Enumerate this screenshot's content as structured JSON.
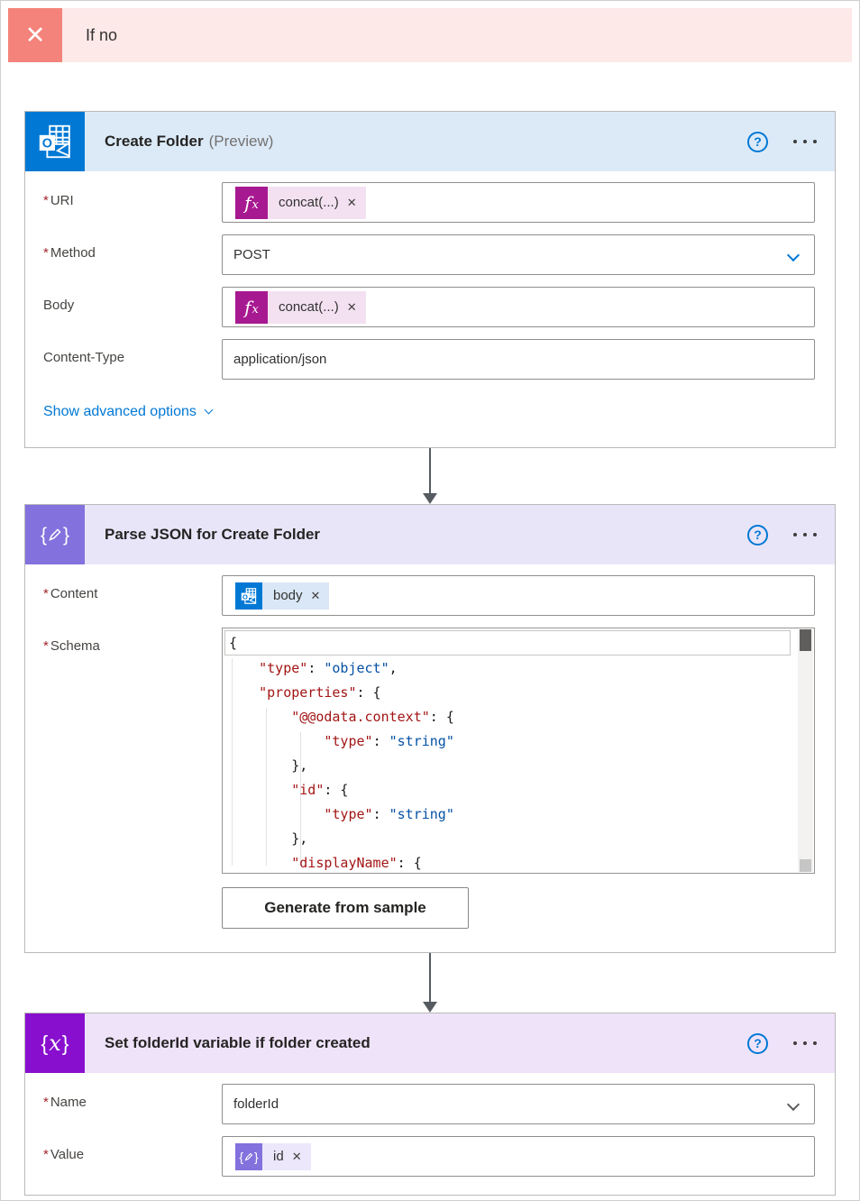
{
  "branch": {
    "label": "If no",
    "close_icon": "✕"
  },
  "colors": {
    "accent": "#0078D4",
    "branch_red": "#F4837B",
    "branch_bar": "#FCE9E8",
    "outlook_blue": "#0078D4",
    "card1_header": "#DCEAF8",
    "card2_header": "#E9E5F9",
    "card3_header": "#EFE3FA",
    "fx_magenta": "#A71991",
    "fx_pill": "#F3E1F1",
    "body_pill": "#D9E7F6",
    "pj_purple": "#8371DD",
    "pj_pill": "#ECE7FB",
    "var_purple": "#880FCE",
    "code_key": "#A31515",
    "code_val": "#0451A5",
    "arrow_gray": "#565B61"
  },
  "cards": {
    "create_folder": {
      "title": "Create Folder",
      "suffix": "(Preview)",
      "help_icon": "?",
      "fields": {
        "uri": {
          "required": "*",
          "label": "URI",
          "token": "concat(...)",
          "remove_icon": "✕"
        },
        "method": {
          "required": "*",
          "label": "Method",
          "value": "POST"
        },
        "body": {
          "label": "Body",
          "token": "concat(...)",
          "remove_icon": "✕"
        },
        "content_type": {
          "label": "Content-Type",
          "value": "application/json"
        }
      },
      "fx_glyph_f": "f",
      "fx_glyph_x": "x",
      "advanced_link": "Show advanced options"
    },
    "parse_json": {
      "title": "Parse JSON for Create Folder",
      "help_icon": "?",
      "fields": {
        "content": {
          "required": "*",
          "label": "Content",
          "token": "body",
          "remove_icon": "✕"
        },
        "schema": {
          "required": "*",
          "label": "Schema"
        }
      },
      "schema_lines": [
        {
          "box": true,
          "segments": [
            [
              "plain",
              "{"
            ]
          ]
        },
        {
          "segments": [
            [
              "plain",
              "    "
            ],
            [
              "key",
              "\"type\""
            ],
            [
              "plain",
              ": "
            ],
            [
              "val",
              "\"object\""
            ],
            [
              "plain",
              ","
            ]
          ]
        },
        {
          "segments": [
            [
              "plain",
              "    "
            ],
            [
              "key",
              "\"properties\""
            ],
            [
              "plain",
              ": {"
            ]
          ]
        },
        {
          "segments": [
            [
              "plain",
              "        "
            ],
            [
              "key",
              "\"@@odata.context\""
            ],
            [
              "plain",
              ": {"
            ]
          ]
        },
        {
          "segments": [
            [
              "plain",
              "            "
            ],
            [
              "key",
              "\"type\""
            ],
            [
              "plain",
              ": "
            ],
            [
              "val",
              "\"string\""
            ]
          ]
        },
        {
          "segments": [
            [
              "plain",
              "        },"
            ]
          ]
        },
        {
          "segments": [
            [
              "plain",
              "        "
            ],
            [
              "key",
              "\"id\""
            ],
            [
              "plain",
              ": {"
            ]
          ]
        },
        {
          "segments": [
            [
              "plain",
              "            "
            ],
            [
              "key",
              "\"type\""
            ],
            [
              "plain",
              ": "
            ],
            [
              "val",
              "\"string\""
            ]
          ]
        },
        {
          "segments": [
            [
              "plain",
              "        },"
            ]
          ]
        },
        {
          "segments": [
            [
              "plain",
              "        "
            ],
            [
              "key",
              "\"displayName\""
            ],
            [
              "plain",
              ": {"
            ]
          ]
        }
      ],
      "generate_button": "Generate from sample"
    },
    "set_variable": {
      "title": "Set folderId variable if folder created",
      "help_icon": "?",
      "glyph_open": "{",
      "glyph_x": "x",
      "glyph_close": "}",
      "fields": {
        "name": {
          "required": "*",
          "label": "Name",
          "value": "folderId"
        },
        "value": {
          "required": "*",
          "label": "Value",
          "token": "id",
          "remove_icon": "✕"
        }
      }
    }
  }
}
